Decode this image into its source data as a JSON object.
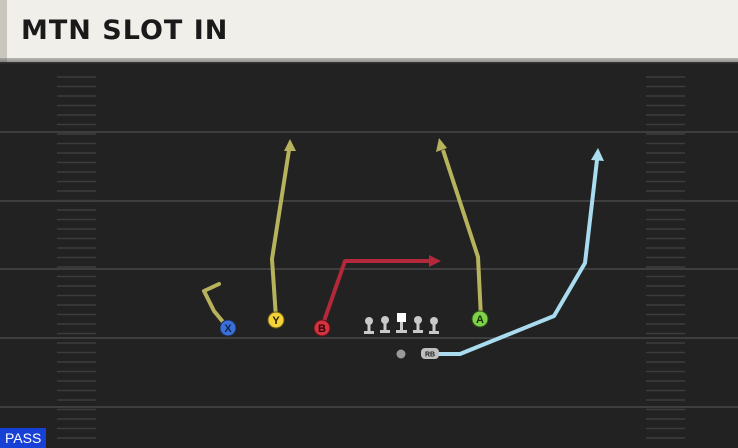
{
  "play": {
    "title": "MTN SLOT IN",
    "type_tag": "PASS"
  },
  "players": {
    "x": {
      "label": "X",
      "color": "#3b6fd8"
    },
    "y": {
      "label": "Y",
      "color": "#f5d23a"
    },
    "b": {
      "label": "B",
      "color": "#d3323e"
    },
    "a": {
      "label": "A",
      "color": "#7fd14a"
    },
    "rb": {
      "label": "RB",
      "color": "#bfbfbf"
    }
  },
  "colors": {
    "route_yellow": "#b7b25c",
    "route_red": "#b3283a",
    "route_blue": "#a9dcef",
    "field": "#222222",
    "yard_line": "#3e3e3e",
    "hash": "#3c3c3c",
    "lineman": "#c9c9c9"
  }
}
